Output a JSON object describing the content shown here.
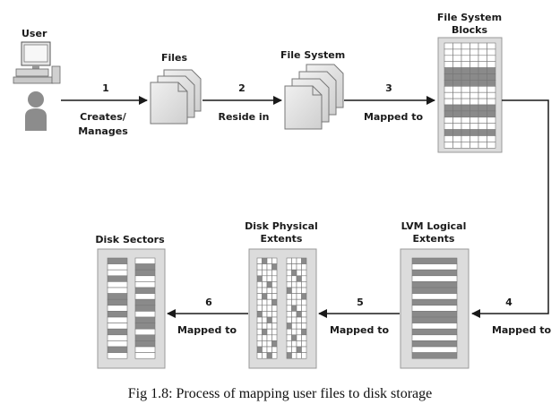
{
  "labels": {
    "user": "User",
    "files": "Files",
    "file_system": "File System",
    "fs_blocks_line1": "File System",
    "fs_blocks_line2": "Blocks",
    "lvm_line1": "LVM Logical",
    "lvm_line2": "Extents",
    "dpe_line1": "Disk Physical",
    "dpe_line2": "Extents",
    "disk_sectors": "Disk Sectors"
  },
  "steps": [
    {
      "number": "1",
      "line1": "Creates/",
      "line2": "Manages"
    },
    {
      "number": "2",
      "line1": "Reside in"
    },
    {
      "number": "3",
      "line1": "Mapped to"
    },
    {
      "number": "4",
      "line1": "Mapped to"
    },
    {
      "number": "5",
      "line1": "Mapped to"
    },
    {
      "number": "6",
      "line1": "Mapped to"
    }
  ],
  "caption": "Fig 1.8: Process of mapping user files to disk storage",
  "colors": {
    "dark_row": "#8a8a8a",
    "panel": "#dcdcdc",
    "line": "#1a1a1a"
  }
}
